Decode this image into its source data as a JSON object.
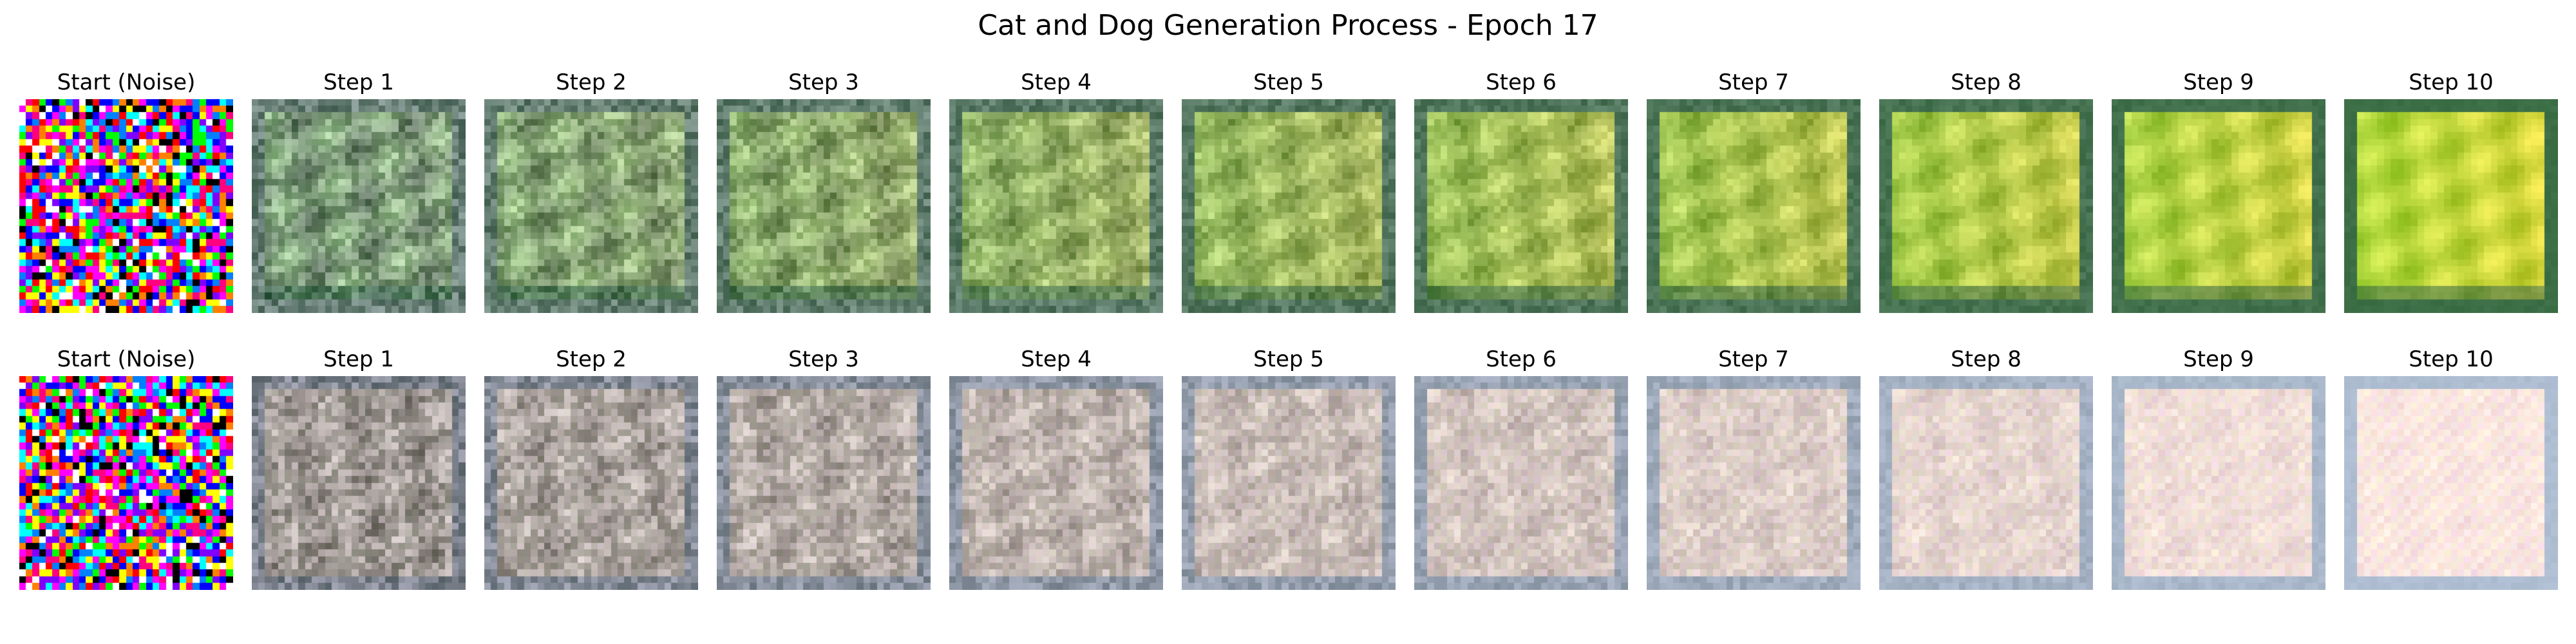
{
  "figure": {
    "title": "Cat and Dog Generation Process - Epoch 17"
  },
  "rows": [
    {
      "palette": "green",
      "panels": [
        {
          "label": "Start (Noise)",
          "step": 0
        },
        {
          "label": "Step 1",
          "step": 1
        },
        {
          "label": "Step 2",
          "step": 2
        },
        {
          "label": "Step 3",
          "step": 3
        },
        {
          "label": "Step 4",
          "step": 4
        },
        {
          "label": "Step 5",
          "step": 5
        },
        {
          "label": "Step 6",
          "step": 6
        },
        {
          "label": "Step 7",
          "step": 7
        },
        {
          "label": "Step 8",
          "step": 8
        },
        {
          "label": "Step 9",
          "step": 9
        },
        {
          "label": "Step 10",
          "step": 10
        }
      ]
    },
    {
      "palette": "pink",
      "panels": [
        {
          "label": "Start (Noise)",
          "step": 0
        },
        {
          "label": "Step 1",
          "step": 1
        },
        {
          "label": "Step 2",
          "step": 2
        },
        {
          "label": "Step 3",
          "step": 3
        },
        {
          "label": "Step 4",
          "step": 4
        },
        {
          "label": "Step 5",
          "step": 5
        },
        {
          "label": "Step 6",
          "step": 6
        },
        {
          "label": "Step 7",
          "step": 7
        },
        {
          "label": "Step 8",
          "step": 8
        },
        {
          "label": "Step 9",
          "step": 9
        },
        {
          "label": "Step 10",
          "step": 10
        }
      ]
    }
  ]
}
